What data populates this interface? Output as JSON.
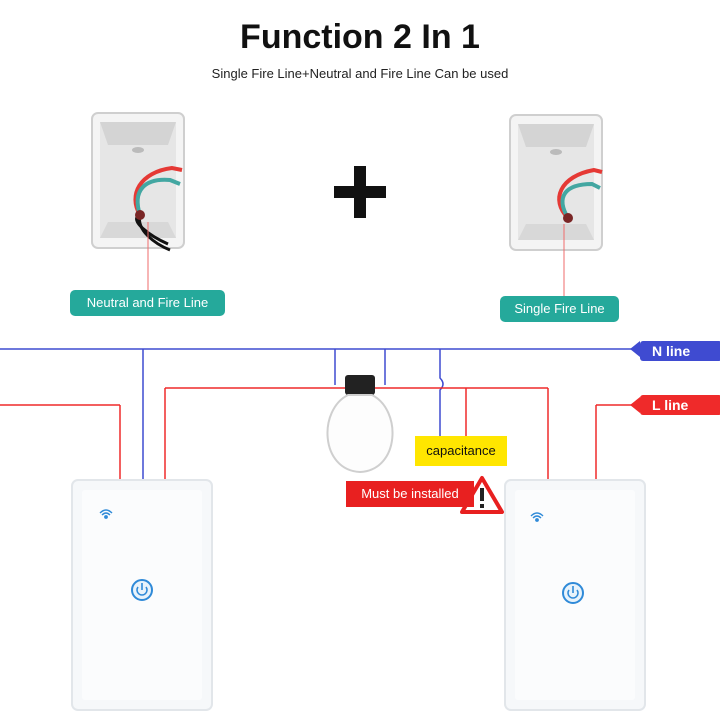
{
  "header": {
    "title": "Function 2 In 1",
    "subtitle": "Single Fire Line+Neutral and Fire Line Can be used"
  },
  "tags": {
    "neutral_fire": "Neutral and Fire Line",
    "single_fire": "Single Fire Line"
  },
  "lines": {
    "n_line": "N line",
    "l_line": "L line"
  },
  "labels": {
    "capacitance": "capacitance",
    "must_install": "Must be installed"
  },
  "colors": {
    "n_line": "#3f4bd1",
    "l_line": "#ef2a2a",
    "tag": "#25a99b",
    "capacitance": "#ffe600",
    "warning": "#e82020"
  },
  "icons": [
    "plus-icon",
    "wifi-icon",
    "power-icon",
    "warning-icon",
    "bulb-icon"
  ]
}
